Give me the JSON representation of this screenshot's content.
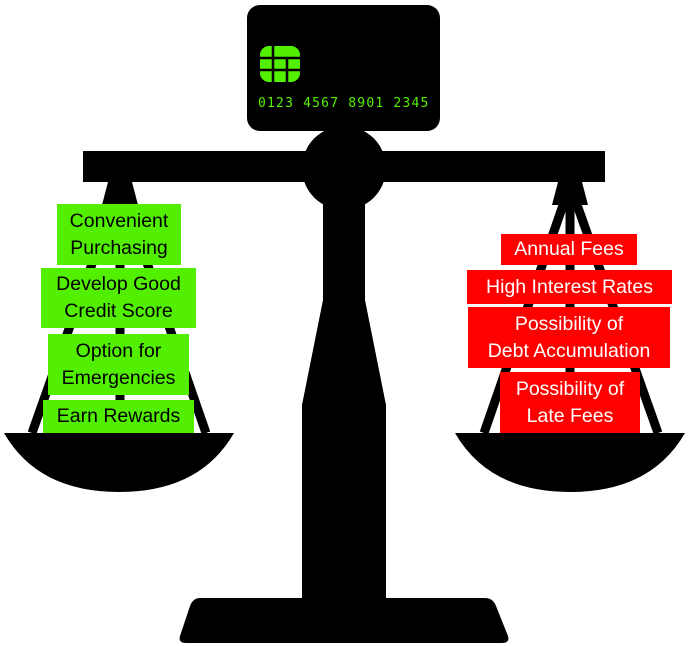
{
  "card": {
    "number": "0123 4567 8901 2345"
  },
  "pros": [
    {
      "label": "Convenient\nPurchasing"
    },
    {
      "label": "Develop Good\nCredit Score"
    },
    {
      "label": "Option for\nEmergencies"
    },
    {
      "label": "Earn Rewards"
    }
  ],
  "cons": [
    {
      "label": "Annual Fees"
    },
    {
      "label": "High Interest Rates"
    },
    {
      "label": "Possibility of\nDebt Accumulation"
    },
    {
      "label": "Possibility of\nLate Fees"
    }
  ],
  "colors": {
    "pro": "#52f000",
    "con": "#ff0000",
    "scale": "#000000"
  }
}
